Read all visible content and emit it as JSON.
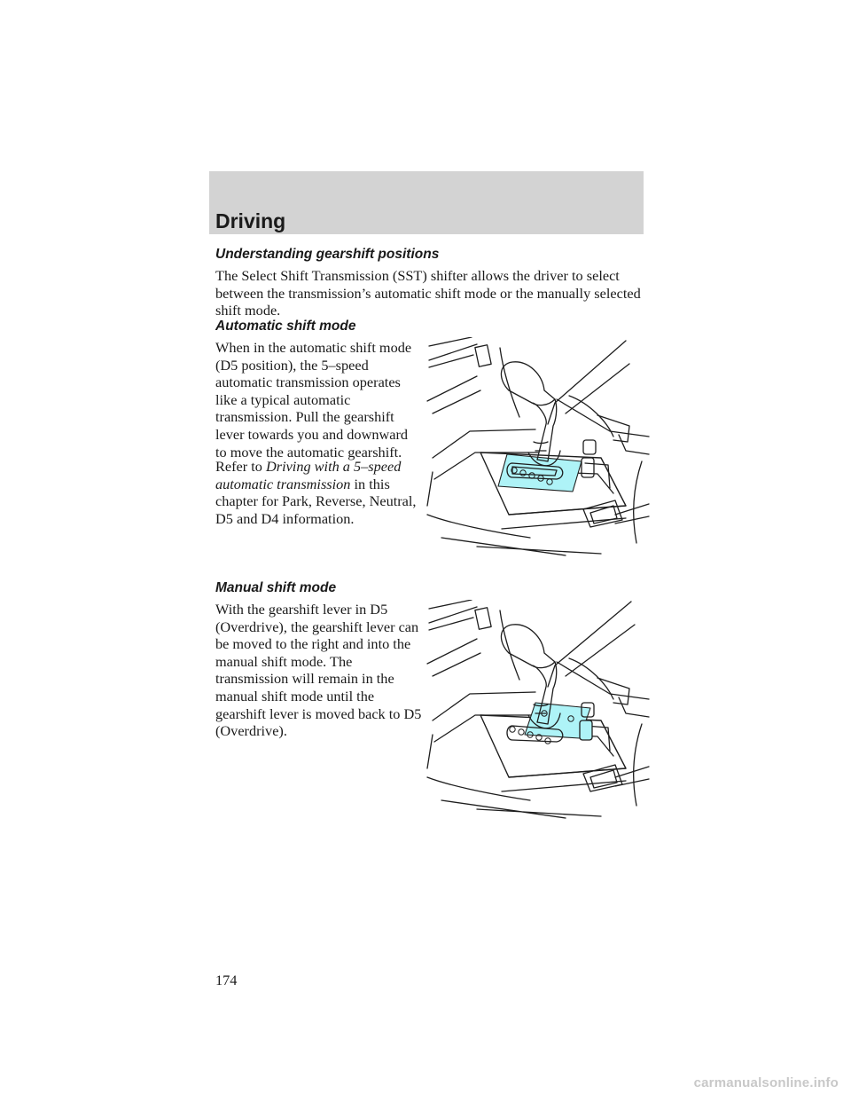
{
  "header": {
    "title": "Driving"
  },
  "sections": {
    "understanding": {
      "heading": "Understanding gearshift positions",
      "body": "The Select Shift Transmission (SST) shifter allows the driver to select between the transmission’s automatic shift mode or the manually selected shift mode."
    },
    "automatic": {
      "heading": "Automatic shift mode",
      "body1": "When in the automatic shift mode (D5 position), the 5–speed automatic transmission operates like a typical automatic transmission. Pull the gearshift lever towards you and downward to move the automatic gearshift.",
      "refer_prefix": "Refer to",
      "refer_link": "Driving with a 5–speed automatic transmission",
      "refer_suffix": "in this chapter for Park, Reverse, Neutral, D5 and D4 information."
    },
    "manual": {
      "heading": "Manual shift mode",
      "body": "With the gearshift lever in D5 (Overdrive), the gearshift lever can be moved to the right and into the manual shift mode. The transmission will remain in the manual shift mode until the gearshift lever is moved back to D5 (Overdrive)."
    }
  },
  "figures": {
    "highlight_color": "#aef3f7",
    "automatic": {
      "highlight": "automatic-gate"
    },
    "manual": {
      "highlight": "manual-gate"
    }
  },
  "page": {
    "number": "174"
  },
  "footer": {
    "watermark": "carmanualsonline.info"
  }
}
